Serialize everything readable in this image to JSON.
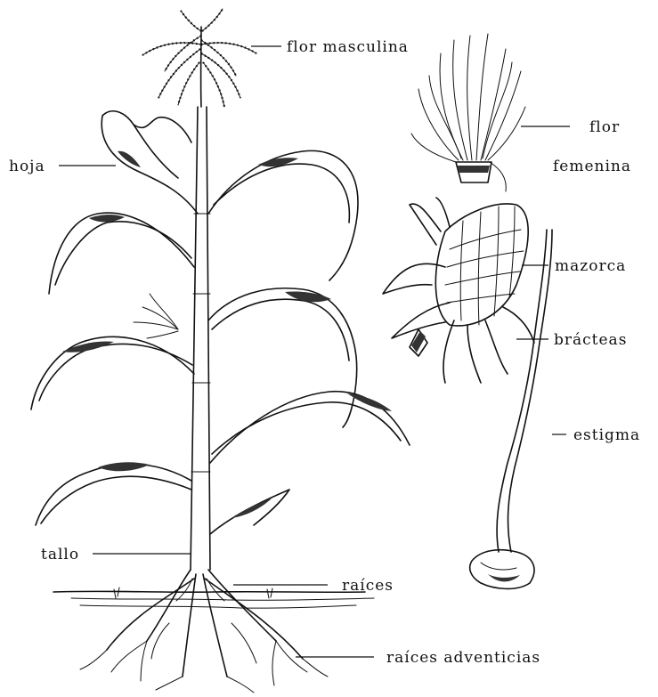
{
  "labels": {
    "flor_masculina": "flor masculina",
    "hoja": "hoja",
    "flor": "flor",
    "femenina": "femenina",
    "mazorca": "mazorca",
    "bracteas": "brácteas",
    "estigma": "estigma",
    "tallo": "tallo",
    "raices": "raíces",
    "raices_adventicias": "raíces adventicias"
  },
  "colors": {
    "ink": "#111111",
    "background": "#ffffff"
  }
}
